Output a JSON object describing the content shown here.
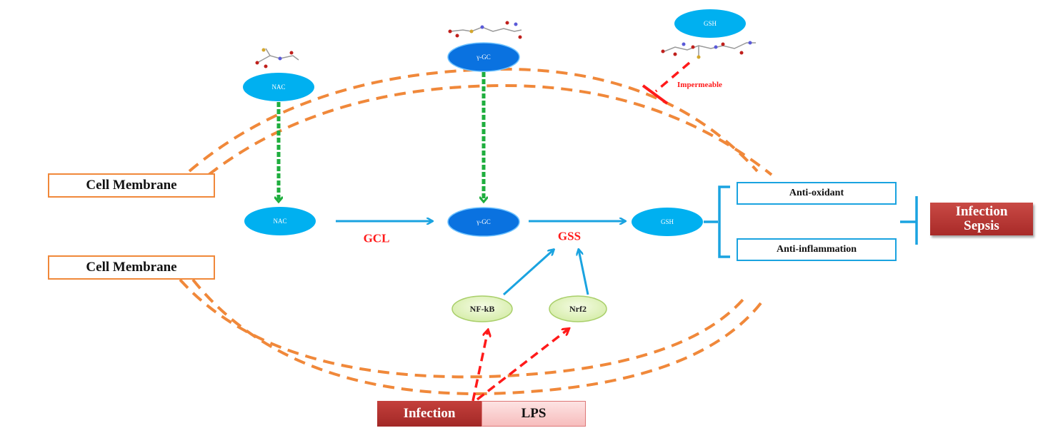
{
  "colors": {
    "membrane": "#f0883a",
    "node_blue": "#00b0f0",
    "node_dark_blue": "#0a72e0",
    "arrow_blue": "#1aa3e0",
    "green_dash": "#1fae3e",
    "red": "#ff1a1a",
    "infection_red": "#b3302d",
    "node_green_fill": "#e4f5c4"
  },
  "extracellular": {
    "nac": "NAC",
    "gamma_gc": "γ-GC",
    "gsh": "GSH",
    "impermeable": "Impermeable"
  },
  "intracellular": {
    "nac": "NAC",
    "gamma_gc": "γ-GC",
    "gsh": "GSH",
    "gcl": "GCL",
    "gss": "GSS"
  },
  "membrane_labels": [
    "Cell Membrane",
    "Cell Membrane"
  ],
  "effects": [
    "Anti-oxidant",
    "Anti-inflammation"
  ],
  "outcome": [
    "Infection",
    "Sepsis"
  ],
  "regulators": [
    "NF-kB",
    "Nrf2"
  ],
  "stimulus": {
    "left": "Infection",
    "right": "LPS"
  }
}
